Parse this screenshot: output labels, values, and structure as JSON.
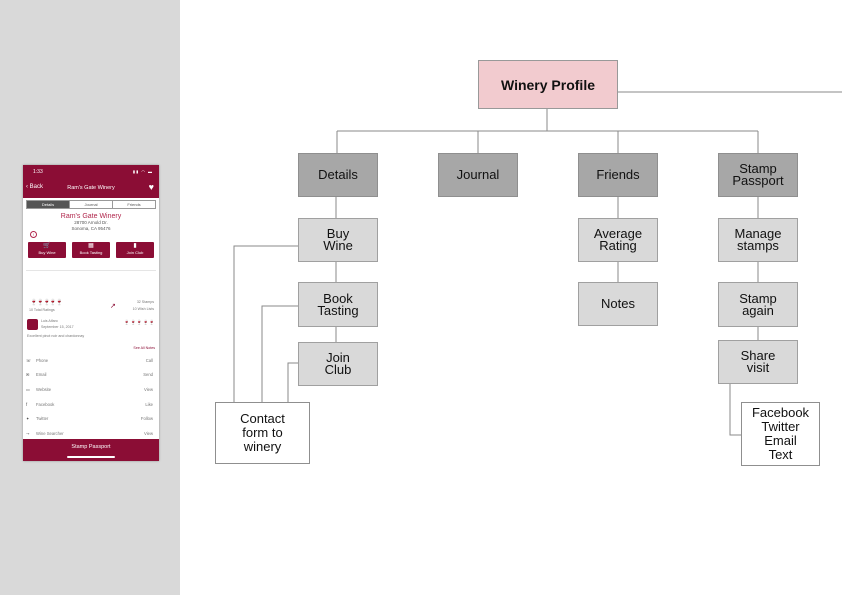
{
  "phone": {
    "status_time": "1:33",
    "back_label": "Back",
    "header_title": "Ram's Gate Winery",
    "tabs": [
      "Details",
      "Journal",
      "Friends"
    ],
    "winery_name": "Ram's Gate Winery",
    "address_line1": "28700 Arnold Dr.",
    "address_line2": "Sonoma, CA 95476",
    "actions": [
      {
        "label": "Buy Wine",
        "icon": "cart-icon"
      },
      {
        "label": "Book Tasting",
        "icon": "calendar-icon"
      },
      {
        "label": "Join Club",
        "icon": "bottle-icon"
      }
    ],
    "total_ratings": "10 Total Ratings",
    "stamps": "32 Stamps",
    "wish_lists": "10 Wish Lists",
    "reviewer_name": "Luis Alfaro",
    "review_date": "September 15, 2017",
    "review_text": "Excellent pinot noir and chardonnay",
    "see_all_notes": "See All Notes",
    "contact_rows": [
      {
        "label": "Phone",
        "action": "Call",
        "icon": "phone-icon",
        "glyph": "☏"
      },
      {
        "label": "Email",
        "action": "Send",
        "icon": "mail-icon",
        "glyph": "✉"
      },
      {
        "label": "Website",
        "action": "View",
        "icon": "browser-icon",
        "glyph": "▭"
      },
      {
        "label": "Facebook",
        "action": "Like",
        "icon": "facebook-icon",
        "glyph": "f"
      },
      {
        "label": "Twitter",
        "action": "Follow",
        "icon": "twitter-icon",
        "glyph": "✦"
      },
      {
        "label": "Wine Searcher",
        "action": "View",
        "icon": "search-icon",
        "glyph": "⊸"
      }
    ],
    "footer_label": "Stamp Passport",
    "brand_color": "#8b0d35"
  },
  "sitemap": {
    "root": "Winery Profile",
    "sections": [
      "Details",
      "Journal",
      "Friends",
      "Stamp\nPassport"
    ],
    "details_children": [
      "Buy\nWine",
      "Book\nTasting",
      "Join\nClub"
    ],
    "contact_note": "Contact\nform to\nwinery",
    "friends_children": [
      "Average\nRating",
      "Notes"
    ],
    "passport_children": [
      "Manage\nstamps",
      "Stamp\nagain",
      "Share\nvisit"
    ],
    "share_note": "Facebook\nTwitter\nEmail\nText"
  }
}
